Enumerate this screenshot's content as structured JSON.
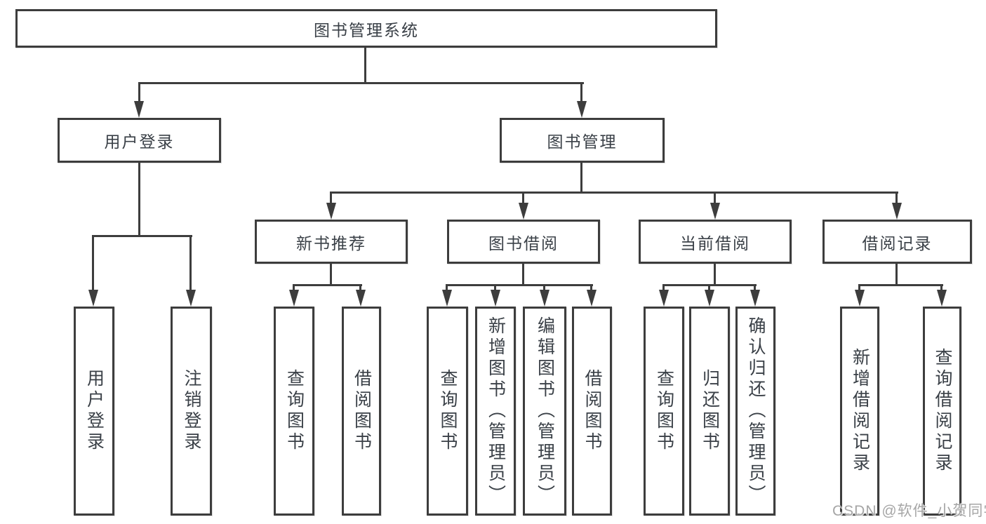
{
  "diagram_title": "图书管理系统",
  "tree": {
    "label": "图书管理系统",
    "children": [
      {
        "label": "用户登录",
        "children": [
          {
            "label": "用户登录"
          },
          {
            "label": "注销登录"
          }
        ]
      },
      {
        "label": "图书管理",
        "children": [
          {
            "label": "新书推荐",
            "children": [
              {
                "label": "查询图书"
              },
              {
                "label": "借阅图书"
              }
            ]
          },
          {
            "label": "图书借阅",
            "children": [
              {
                "label": "查询图书"
              },
              {
                "label": "新增图书（管理员）"
              },
              {
                "label": "编辑图书（管理员）"
              },
              {
                "label": "借阅图书"
              }
            ]
          },
          {
            "label": "当前借阅",
            "children": [
              {
                "label": "查询图书"
              },
              {
                "label": "归还图书"
              },
              {
                "label": "确认归还（管理员）"
              }
            ]
          },
          {
            "label": "借阅记录",
            "children": [
              {
                "label": "新增借阅记录"
              },
              {
                "label": "查询借阅记录"
              }
            ]
          }
        ]
      }
    ]
  },
  "watermark": {
    "text": "CSDN @软件_小贺同学"
  },
  "colors": {
    "line": "#3d3d3d",
    "box_border": "#3d3d3d",
    "text": "#3a4047",
    "watermark": "#a6a6a6",
    "background": "#ffffff"
  }
}
